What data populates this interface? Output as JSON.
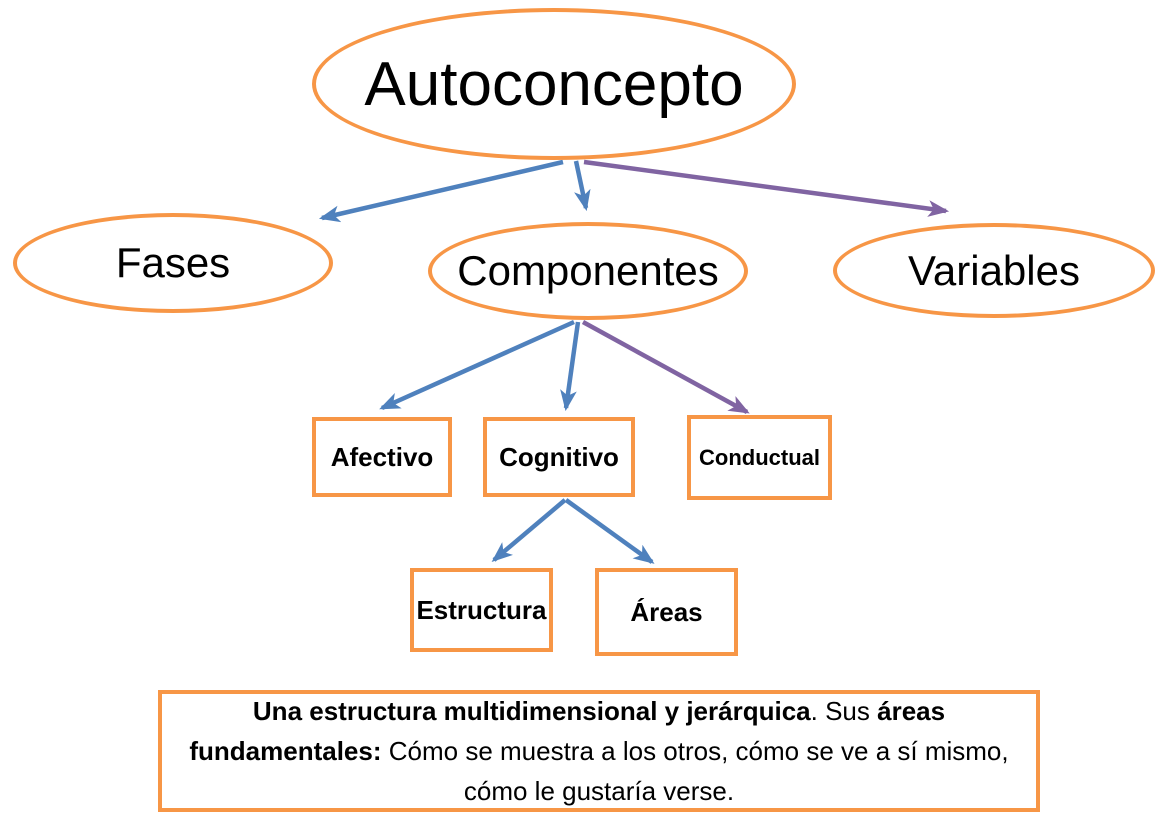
{
  "diagram": {
    "title": "Autoconcepto",
    "nodes": {
      "root": {
        "label": "Autoconcepto"
      },
      "fases": {
        "label": "Fases"
      },
      "componentes": {
        "label": "Componentes"
      },
      "variables": {
        "label": "Variables"
      },
      "afectivo": {
        "label": "Afectivo"
      },
      "cognitivo": {
        "label": "Cognitivo"
      },
      "conductual": {
        "label": "Conductual"
      },
      "estructura": {
        "label": "Estructura"
      },
      "areas": {
        "label": "Áreas"
      }
    },
    "edges": [
      {
        "from": "autoconcepto",
        "to": "fases",
        "color": "blue"
      },
      {
        "from": "autoconcepto",
        "to": "componentes",
        "color": "blue"
      },
      {
        "from": "autoconcepto",
        "to": "variables",
        "color": "purple"
      },
      {
        "from": "componentes",
        "to": "afectivo",
        "color": "blue"
      },
      {
        "from": "componentes",
        "to": "cognitivo",
        "color": "blue"
      },
      {
        "from": "componentes",
        "to": "conductual",
        "color": "purple"
      },
      {
        "from": "cognitivo",
        "to": "estructura",
        "color": "blue"
      },
      {
        "from": "cognitivo",
        "to": "areas",
        "color": "blue"
      }
    ],
    "note": {
      "l1_bold": "Una estructura multidimensional y jerárquica",
      "l1_mid": ". Sus ",
      "l1_bold2": "áreas",
      "l2_bold": "fundamentales:",
      "l2_rest": " Cómo se muestra a los otros, cómo se ve a sí mismo,",
      "l3": "cómo le gustaría verse."
    },
    "colors": {
      "shape_border": "#F79646",
      "arrow_blue": "#4F81BD",
      "arrow_purple": "#8064A2",
      "text": "#000000",
      "background": "#FFFFFF"
    }
  }
}
